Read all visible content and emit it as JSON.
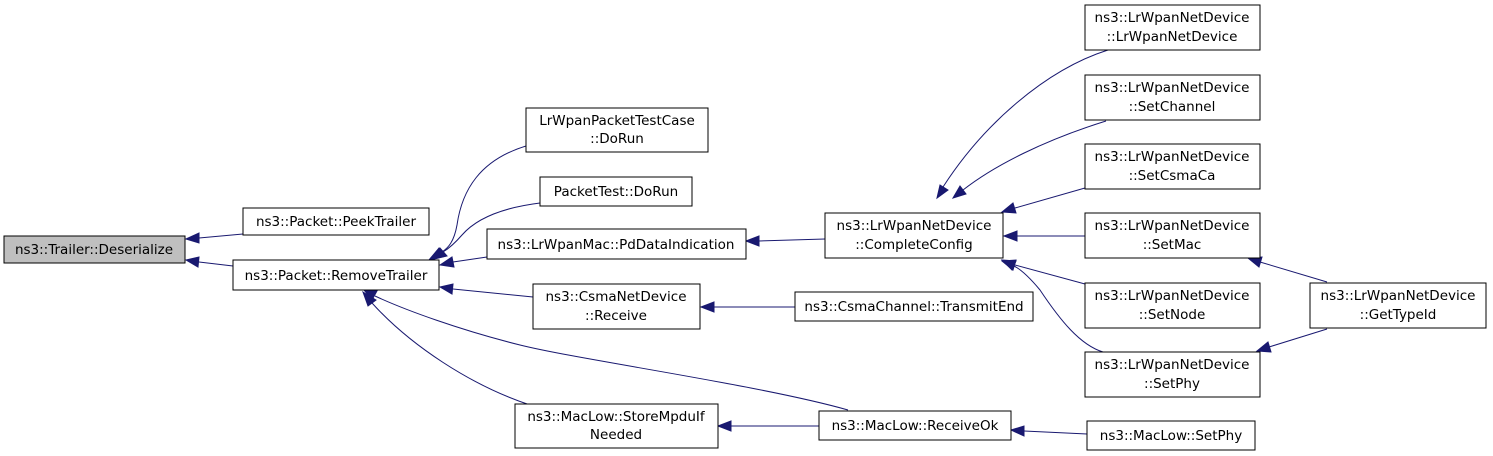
{
  "graph": {
    "edge_color": "#191970",
    "root_fill": "#bfbfbf",
    "nodes": {
      "trailer_deserialize": [
        "ns3::Trailer::Deserialize"
      ],
      "packet_peektrailer": [
        "ns3::Packet::PeekTrailer"
      ],
      "packet_removetrailer": [
        "ns3::Packet::RemoveTrailer"
      ],
      "lrwpanpackettestcase_dorun": [
        "LrWpanPacketTestCase",
        "::DoRun"
      ],
      "packettest_dorun": [
        "PacketTest::DoRun"
      ],
      "lrwpanmac_pddataindication": [
        "ns3::LrWpanMac::PdDataIndication"
      ],
      "csmanetdevice_receive": [
        "ns3::CsmaNetDevice",
        "::Receive"
      ],
      "maclow_storempduifneeded": [
        "ns3::MacLow::StoreMpduIf",
        "Needed"
      ],
      "lrwpannetdevice_completeconfig": [
        "ns3::LrWpanNetDevice",
        "::CompleteConfig"
      ],
      "csmachannel_transmitend": [
        "ns3::CsmaChannel::TransmitEnd"
      ],
      "maclow_receiveok": [
        "ns3::MacLow::ReceiveOk"
      ],
      "lrwpannetdevice_ctor": [
        "ns3::LrWpanNetDevice",
        "::LrWpanNetDevice"
      ],
      "lrwpannetdevice_setchannel": [
        "ns3::LrWpanNetDevice",
        "::SetChannel"
      ],
      "lrwpannetdevice_setcsmaca": [
        "ns3::LrWpanNetDevice",
        "::SetCsmaCa"
      ],
      "lrwpannetdevice_setmac": [
        "ns3::LrWpanNetDevice",
        "::SetMac"
      ],
      "lrwpannetdevice_setnode": [
        "ns3::LrWpanNetDevice",
        "::SetNode"
      ],
      "lrwpannetdevice_setphy": [
        "ns3::LrWpanNetDevice",
        "::SetPhy"
      ],
      "maclow_setphy": [
        "ns3::MacLow::SetPhy"
      ],
      "lrwpannetdevice_gettypeid": [
        "ns3::LrWpanNetDevice",
        "::GetTypeId"
      ]
    },
    "edges": [
      {
        "from": "packet_peektrailer",
        "to": "trailer_deserialize"
      },
      {
        "from": "packet_removetrailer",
        "to": "trailer_deserialize"
      },
      {
        "from": "lrwpanpackettestcase_dorun",
        "to": "packet_removetrailer"
      },
      {
        "from": "packettest_dorun",
        "to": "packet_removetrailer"
      },
      {
        "from": "lrwpanmac_pddataindication",
        "to": "packet_removetrailer"
      },
      {
        "from": "csmanetdevice_receive",
        "to": "packet_removetrailer"
      },
      {
        "from": "maclow_receiveok",
        "to": "packet_removetrailer"
      },
      {
        "from": "maclow_storempduifneeded",
        "to": "packet_removetrailer"
      },
      {
        "from": "lrwpannetdevice_completeconfig",
        "to": "lrwpanmac_pddataindication"
      },
      {
        "from": "csmachannel_transmitend",
        "to": "csmanetdevice_receive"
      },
      {
        "from": "maclow_receiveok",
        "to": "maclow_storempduifneeded"
      },
      {
        "from": "lrwpannetdevice_ctor",
        "to": "lrwpannetdevice_completeconfig"
      },
      {
        "from": "lrwpannetdevice_setchannel",
        "to": "lrwpannetdevice_completeconfig"
      },
      {
        "from": "lrwpannetdevice_setcsmaca",
        "to": "lrwpannetdevice_completeconfig"
      },
      {
        "from": "lrwpannetdevice_setmac",
        "to": "lrwpannetdevice_completeconfig"
      },
      {
        "from": "lrwpannetdevice_setnode",
        "to": "lrwpannetdevice_completeconfig"
      },
      {
        "from": "lrwpannetdevice_setphy",
        "to": "lrwpannetdevice_completeconfig"
      },
      {
        "from": "maclow_setphy",
        "to": "maclow_receiveok"
      },
      {
        "from": "lrwpannetdevice_gettypeid",
        "to": "lrwpannetdevice_setmac"
      },
      {
        "from": "lrwpannetdevice_gettypeid",
        "to": "lrwpannetdevice_setphy"
      }
    ]
  }
}
